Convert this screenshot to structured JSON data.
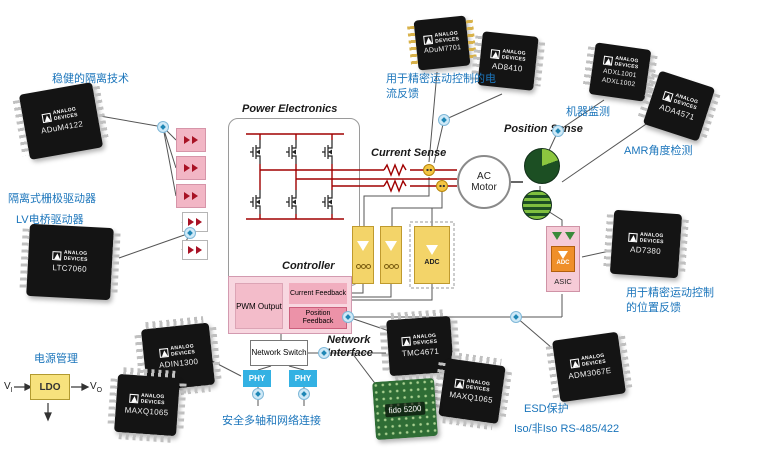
{
  "brand": {
    "line1": "ANALOG",
    "line2": "DEVICES"
  },
  "annotations": {
    "robust_isolation": "稳健的隔离技术",
    "isolated_gate_driver": "隔离式栅极驱动器",
    "lv_bridge_driver": "LV电桥驱动器",
    "power_management": "电源管理",
    "current_feedback_note": "用于精密运动控制的电流反馈",
    "machine_monitoring": "机器监测",
    "amr_angle_detect": "AMR角度检测",
    "position_feedback_note": "用于精密运动控制的位置反馈",
    "esd_protection": "ESD保护",
    "iso_rs485": "Iso/非Iso RS-485/422",
    "safe_multiaxis_network": "安全多轴和网络连接"
  },
  "diagram_labels": {
    "power_electronics": "Power Electronics",
    "current_sense": "Current Sense",
    "position_sense": "Position Sense",
    "controller": "Controller",
    "network_interface": "Network Interface"
  },
  "blocks": {
    "ac_motor": "AC Motor",
    "pwm_output": "PWM Output",
    "current_feedback": "Current Feedback",
    "position_feedback": "Position Feedback",
    "network_switch": "Network Switch",
    "phy": "PHY",
    "adc": "ADC",
    "asic": "ASIC",
    "ldo": "LDO",
    "v_in": "V",
    "v_in_sub": "I",
    "v_out": "V",
    "v_out_sub": "O"
  },
  "chips": [
    {
      "label": "ADuM4122"
    },
    {
      "label": "LTC7060"
    },
    {
      "label": "ADuM7701"
    },
    {
      "label": "AD8410"
    },
    {
      "label": "ADXL1001",
      "label2": "ADXL1002"
    },
    {
      "label": "ADA4571"
    },
    {
      "label": "AD7380"
    },
    {
      "label": "ADM3067E"
    },
    {
      "label": "ADIN1300"
    },
    {
      "label": "MAXQ1065"
    },
    {
      "label": "TMC4671"
    },
    {
      "label": "MAXQ1065"
    },
    {
      "label": "fido 5200"
    }
  ]
}
